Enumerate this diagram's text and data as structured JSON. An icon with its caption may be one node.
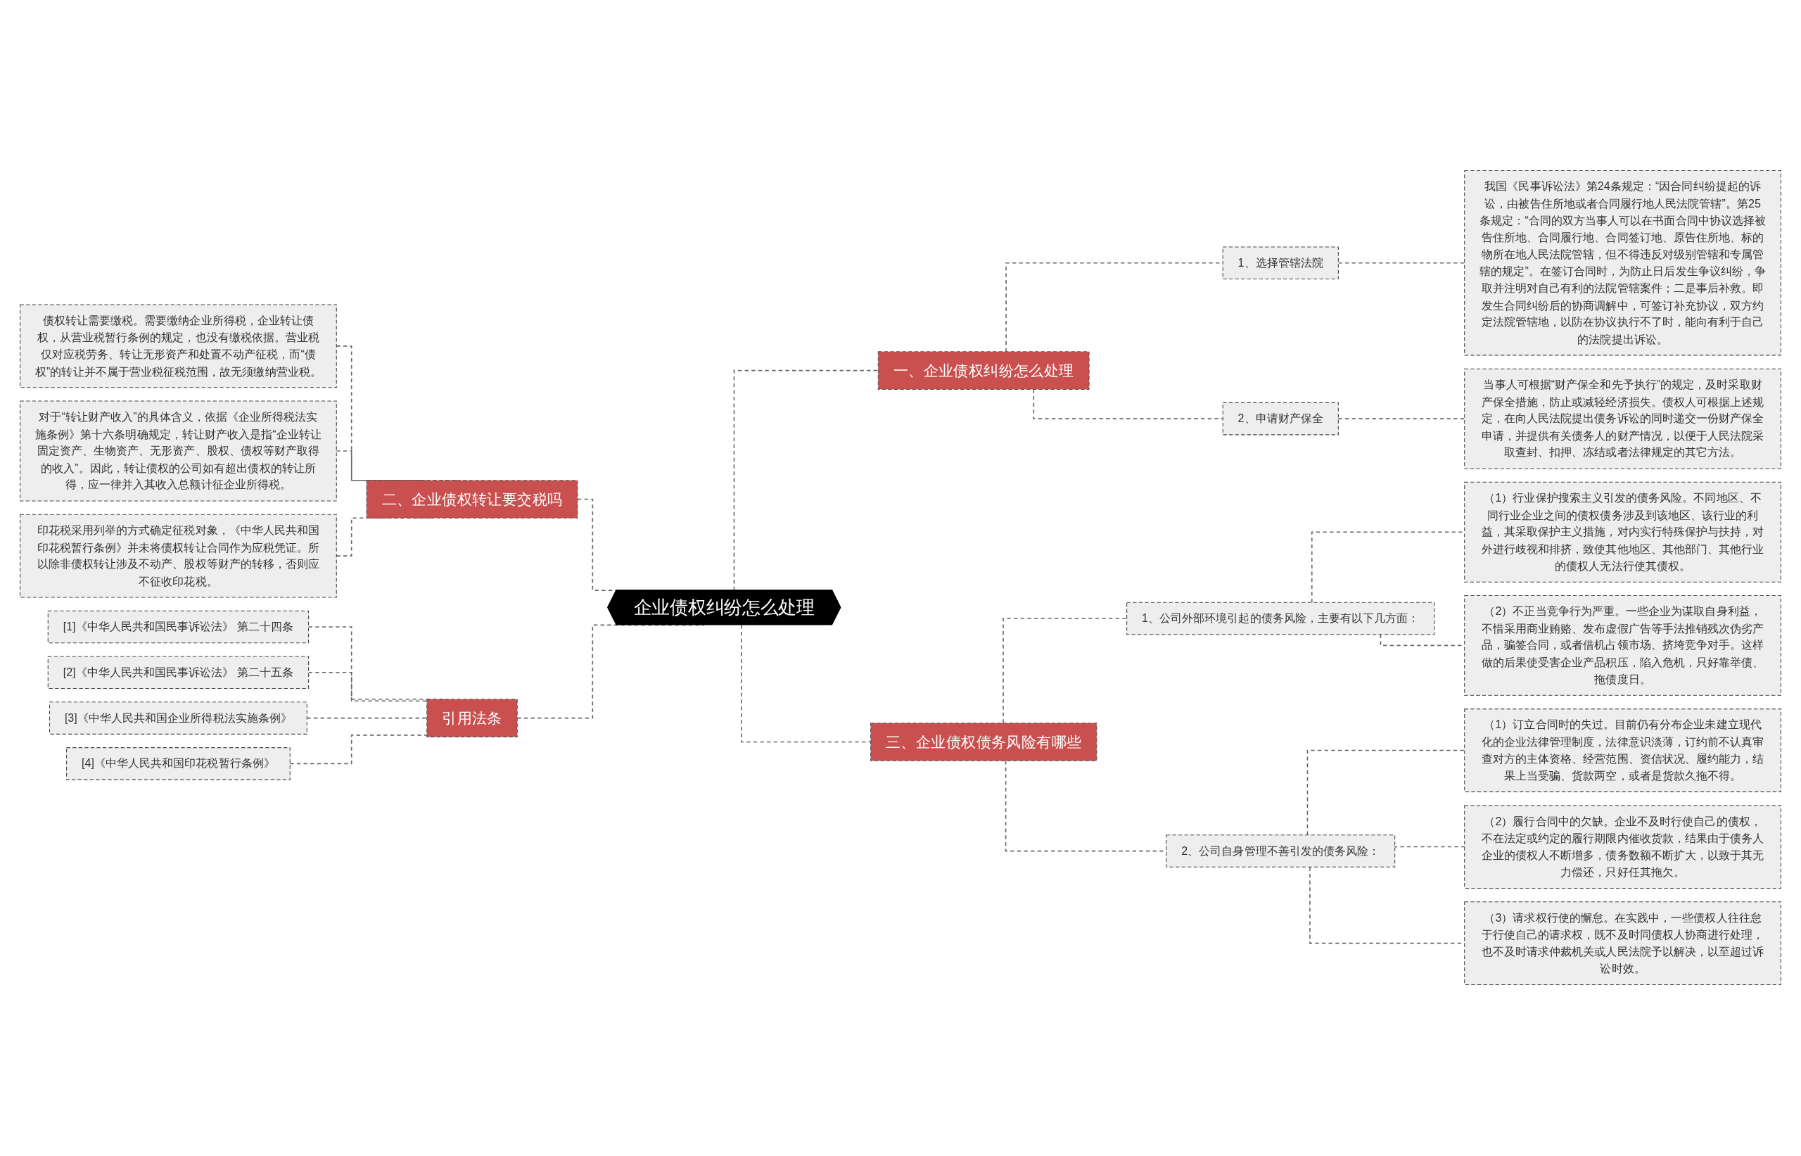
{
  "diagram": {
    "nodes": [
      {
        "text": [
          "企业债权纠纷怎么处理"
        ]
      },
      {
        "text": [
          "一、企业债权纠纷怎么处理"
        ]
      },
      {
        "text": [
          "1、选择管辖法院"
        ]
      },
      {
        "text": [
          "我国《民事诉讼法》第24条规定：“因合同纠纷提起的诉讼，由被告住所地或者合同履行地人民法院管辖”。第25条规定：“合同的双方当事人可以在书面合同中协议选择被告住所地、合同履行地、合同签订地、原告住所地、标的物所在地人民法院管辖，但不得违反对级别管辖和专属管辖的规定”。在签订合同时，为防止日后发生争议纠纷，争取并注明对自己有利的法院管辖案件；二是事后补救。即发生合同纠纷后的协商调解中，可签订补充协议，双方约定法院管辖地，以防在协议执行不了时，能向有利于自己的法院提出诉讼。"
        ]
      },
      {
        "text": [
          "2、申请财产保全"
        ]
      },
      {
        "text": [
          "当事人可根据“财产保全和先予执行”的规定，及时采取财产保全措施，防止或减轻经济损失。债权人可根据上述规定，在向人民法院提出债务诉讼的同时递交一份财产保全申请，并提供有关债务人的财产情况，以便于人民法院采取查封、扣押、冻结或者法律规定的其它方法。"
        ]
      },
      {
        "text": [
          "三、企业债权债务风险有哪些"
        ]
      },
      {
        "text": [
          "1、公司外部环境引起的债务风险，主要有以下几方面："
        ]
      },
      {
        "text": [
          "（1）行业保护搜索主义引发的债务风险。不同地区、不同行业企业之间的债权债务涉及到该地区、该行业的利益，其采取保护主义措施，对内实行特殊保护与扶持，对外进行歧视和排挤，致使其他地区、其他部门、其他行业的债权人无法行使其债权。"
        ]
      },
      {
        "text": [
          "（2）不正当竞争行为严重。一些企业为谋取自身利益，不惜采用商业贿赂、发布虚假广告等手法推销残次伪劣产品，骗签合同，或者借机占领市场、挤垮竞争对手。这样做的后果使受害企业产品积压，陷入危机，只好靠举债、拖债度日。"
        ]
      },
      {
        "text": [
          "2、公司自身管理不善引发的债务风险："
        ]
      },
      {
        "text": [
          "（1）订立合同时的失过。目前仍有分布企业未建立现代化的企业法律管理制度，法律意识淡薄，订约前不认真审查对方的主体资格、经营范围、资信状况、履约能力，结果上当受骗、货款两空，或者是货款久拖不得。"
        ]
      },
      {
        "text": [
          "（2）履行合同中的欠缺。企业不及时行使自己的债权，不在法定或约定的履行期限内催收货款，结果由于债务人企业的债权人不断增多，债务数额不断扩大，以致于其无力偿还，只好任其拖欠。"
        ]
      },
      {
        "text": [
          "（3）请求权行使的懈怠。在实践中，一些债权人往往怠于行使自己的请求权，既不及时同债权人协商进行处理，也不及时请求仲裁机关或人民法院予以解决，以至超过诉讼时效。"
        ]
      },
      {
        "text": [
          "二、企业债权转让要交税吗"
        ]
      },
      {
        "text": [
          "债权转让需要缴税。需要缴纳企业所得税，企业转让债权，从营业税暂行条例的规定，也没有缴税依据。营业税仅对应税劳务、转让无形资产和处置不动产征税，而“债权”的转让并不属于营业税征税范围，故无须缴纳营业税。"
        ]
      },
      {
        "text": [
          "对于“转让财产收入”的具体含义，依据《企业所得税法实施条例》第十六条明确规定，转让财产收入是指“企业转让固定资产、生物资产、无形资产、股权、债权等财产取得的收入”。因此，转让债权的公司如有超出债权的转让所得，应一律并入其收入总额计征企业所得税。"
        ]
      },
      {
        "text": [
          "印花税采用列举的方式确定征税对象，《中华人民共和国印花税暂行条例》并未将债权转让合同作为应税凭证。所以除非债权转让涉及不动产、股权等财产的转移，否则应不征收印花税。"
        ]
      },
      {
        "text": [
          "引用法条"
        ]
      },
      {
        "text": [
          "[1]《中华人民共和国民事诉讼法》 第二十四条"
        ]
      },
      {
        "text": [
          "[2]《中华人民共和国民事诉讼法》 第二十五条"
        ]
      },
      {
        "text": [
          "[3]《中华人民共和国企业所得税法实施条例》"
        ]
      },
      {
        "text": [
          "[4]《中华人民共和国印花税暂行条例》"
        ]
      }
    ],
    "edges": [
      {
        "from": 0,
        "to": 1,
        "arrow": "none",
        "style": "dashed"
      },
      {
        "from": 1,
        "to": 2,
        "arrow": "none",
        "style": "dashed"
      },
      {
        "from": 2,
        "to": 3,
        "arrow": "none",
        "style": "dashed"
      },
      {
        "from": 1,
        "to": 4,
        "arrow": "none",
        "style": "dashed"
      },
      {
        "from": 4,
        "to": 5,
        "arrow": "none",
        "style": "dashed"
      },
      {
        "from": 0,
        "to": 6,
        "arrow": "none",
        "style": "dashed"
      },
      {
        "from": 6,
        "to": 7,
        "arrow": "none",
        "style": "dashed"
      },
      {
        "from": 7,
        "to": 8,
        "arrow": "none",
        "style": "dashed"
      },
      {
        "from": 7,
        "to": 9,
        "arrow": "none",
        "style": "dashed"
      },
      {
        "from": 6,
        "to": 10,
        "arrow": "none",
        "style": "dashed"
      },
      {
        "from": 10,
        "to": 11,
        "arrow": "none",
        "style": "dashed"
      },
      {
        "from": 10,
        "to": 12,
        "arrow": "none",
        "style": "dashed"
      },
      {
        "from": 10,
        "to": 13,
        "arrow": "none",
        "style": "dashed"
      },
      {
        "from": 0,
        "to": 14,
        "arrow": "none",
        "style": "dashed"
      },
      {
        "from": 14,
        "to": 15,
        "arrow": "none",
        "style": "dashed"
      },
      {
        "from": 14,
        "to": 16,
        "arrow": "none",
        "style": "dashed"
      },
      {
        "from": 14,
        "to": 17,
        "arrow": "none",
        "style": "dashed"
      },
      {
        "from": 0,
        "to": 18,
        "arrow": "none",
        "style": "dashed"
      },
      {
        "from": 18,
        "to": 19,
        "arrow": "none",
        "style": "dashed"
      },
      {
        "from": 18,
        "to": 20,
        "arrow": "none",
        "style": "dashed"
      },
      {
        "from": 18,
        "to": 21,
        "arrow": "none",
        "style": "dashed"
      },
      {
        "from": 18,
        "to": 22,
        "arrow": "none",
        "style": "dashed"
      }
    ]
  }
}
